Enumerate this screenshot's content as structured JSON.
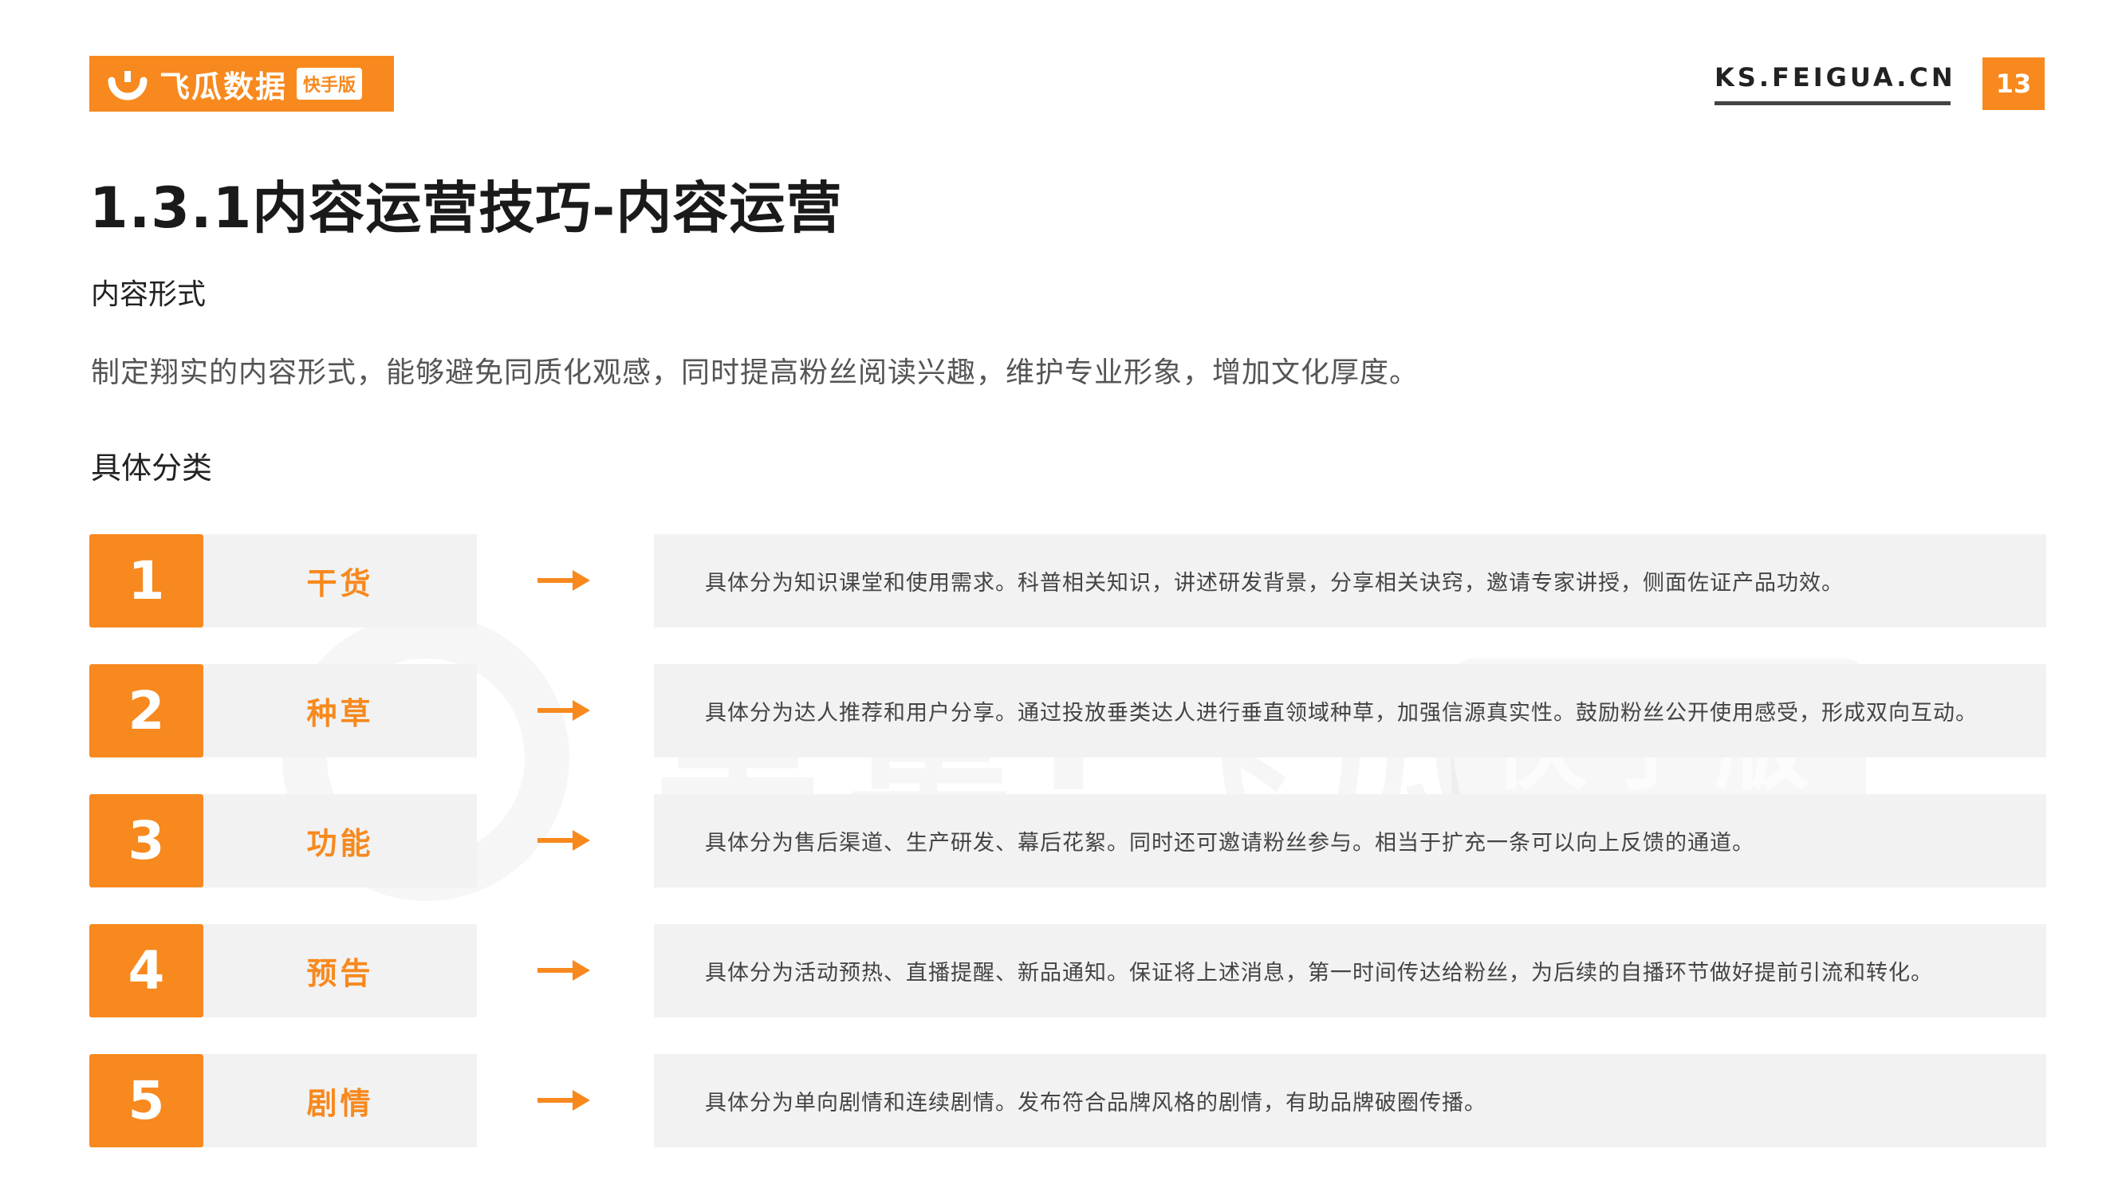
{
  "header": {
    "logo_text": "飞瓜数据",
    "logo_edition": "快手版",
    "site_url": "KS.FEIGUA.CN",
    "page_number": "13"
  },
  "title": "1.3.1内容运营技巧-内容运营",
  "section": {
    "label": "内容形式",
    "description": "制定翔实的内容形式，能够避免同质化观感，同时提高粉丝阅读兴趣，维护专业形象，增加文化厚度。"
  },
  "subsection_label": "具体分类",
  "watermark": {
    "text": "果集·飞瓜",
    "edition": "快手版"
  },
  "colors": {
    "accent": "#f7891e",
    "panel": "#f2f2f2"
  },
  "items": [
    {
      "number": "1",
      "label": "干货",
      "description": "具体分为知识课堂和使用需求。科普相关知识，讲述研发背景，分享相关诀窍，邀请专家讲授，侧面佐证产品功效。"
    },
    {
      "number": "2",
      "label": "种草",
      "description": "具体分为达人推荐和用户分享。通过投放垂类达人进行垂直领域种草，加强信源真实性。鼓励粉丝公开使用感受，形成双向互动。"
    },
    {
      "number": "3",
      "label": "功能",
      "description": "具体分为售后渠道、生产研发、幕后花絮。同时还可邀请粉丝参与。相当于扩充一条可以向上反馈的通道。"
    },
    {
      "number": "4",
      "label": "预告",
      "description": "具体分为活动预热、直播提醒、新品通知。保证将上述消息，第一时间传达给粉丝，为后续的自播环节做好提前引流和转化。"
    },
    {
      "number": "5",
      "label": "剧情",
      "description": "具体分为单向剧情和连续剧情。发布符合品牌风格的剧情，有助品牌破圈传播。"
    }
  ]
}
